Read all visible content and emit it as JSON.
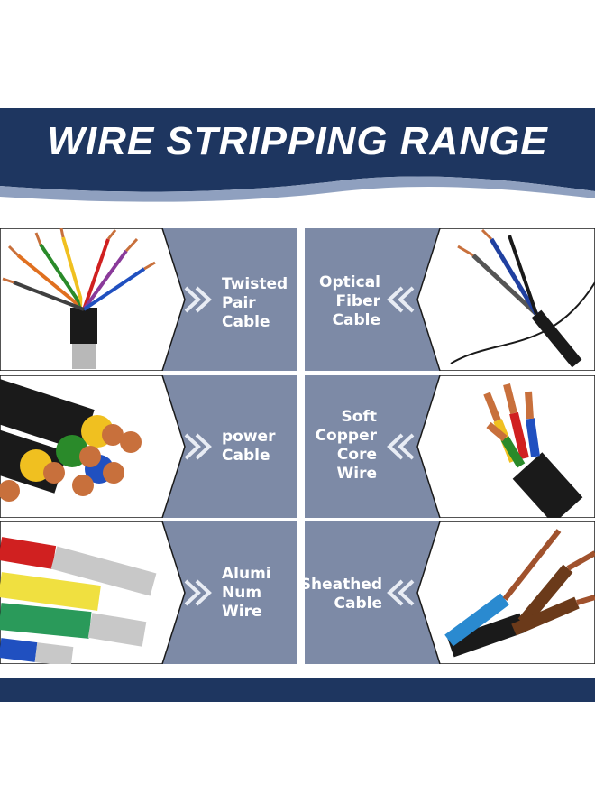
{
  "title": "WIRE STRIPPING RANGE",
  "colors": {
    "navy": "#1e3660",
    "panel": "#7d8aa6",
    "panel_dark": "#6a7896",
    "arrow": "#e8ecf4",
    "sheath_black": "#1a1a1a",
    "copper": "#c8703c"
  },
  "cables": [
    {
      "label": "Twisted\nPair\nCable",
      "icon": "twisted-pair-cable-image"
    },
    {
      "label": "Optical\nFiber\nCable",
      "icon": "optical-fiber-cable-image"
    },
    {
      "label": "power\nCable",
      "icon": "power-cable-image"
    },
    {
      "label": "Soft\nCopper\nCore\nWire",
      "icon": "soft-copper-core-wire-image"
    },
    {
      "label": "Alumi\nNum\nWire",
      "icon": "aluminum-wire-image"
    },
    {
      "label": "Sheathed\nCable",
      "icon": "sheathed-cable-image"
    }
  ]
}
